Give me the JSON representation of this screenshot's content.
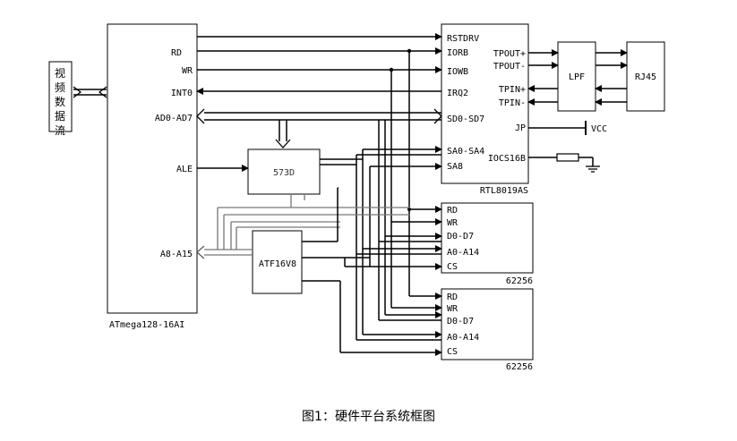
{
  "video_block": {
    "label": "视频数据流"
  },
  "atmega": {
    "name": "ATmega128-16AI",
    "pins": {
      "rd": "RD",
      "wr": "WR",
      "int0": "INT0",
      "ad": "AD0-AD7",
      "ale": "ALE",
      "a8a15": "A8-A15"
    }
  },
  "latch": {
    "name": "573D"
  },
  "gal": {
    "name": "ATF16V8"
  },
  "rtl": {
    "name": "RTL8019AS",
    "pins": {
      "rstdrv": "RSTDRV",
      "iorb": "IORB",
      "iowb": "IOWB",
      "irq2": "IRQ2",
      "sd": "SD0-SD7",
      "sa": "SA0-SA4",
      "sa8": "SA8",
      "tpoutp": "TPOUT+",
      "tpoutm": "TPOUT-",
      "tpinp": "TPIN+",
      "tpinm": "TPIN-",
      "jp": "JP",
      "iocs16b": "IOCS16B"
    }
  },
  "lpf": {
    "name": "LPF"
  },
  "rj45": {
    "name": "RJ45"
  },
  "vcc": {
    "label": "VCC"
  },
  "sram1": {
    "name": "62256",
    "pins": {
      "rd": "RD",
      "wr": "WR",
      "d": "D0-D7",
      "a": "A0-A14",
      "cs": "CS"
    }
  },
  "sram2": {
    "name": "62256",
    "pins": {
      "rd": "RD",
      "wr": "WR",
      "d": "D0-D7",
      "a": "A0-A14",
      "cs": "CS"
    }
  },
  "caption": "图1：硬件平台系统框图"
}
